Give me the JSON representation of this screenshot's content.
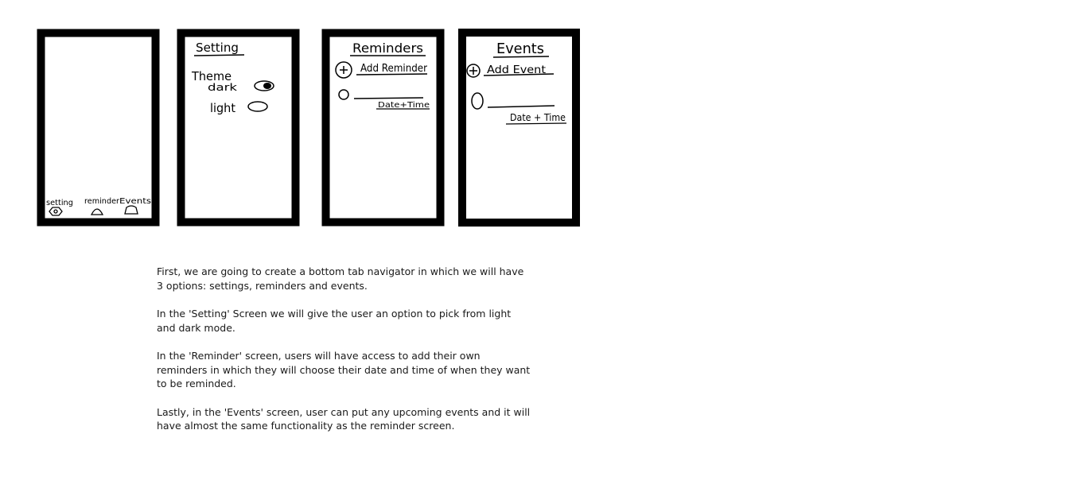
{
  "mockups": {
    "home": {
      "tabs": [
        "setting",
        "reminder",
        "Events"
      ]
    },
    "setting": {
      "title": "Setting",
      "theme_label": "Theme",
      "dark_label": "dark",
      "light_label": "light"
    },
    "reminders": {
      "title": "Reminders",
      "add_label": "Add Reminder",
      "datetime_label": "Date+Time"
    },
    "events": {
      "title": "Events",
      "add_label": "Add Event",
      "datetime_label": "Date + Time"
    }
  },
  "description": {
    "p1": "First, we are going to create a bottom tab navigator in which we will have 3 options: settings, reminders and events.",
    "p2": "In the 'Setting' Screen we will give the user an option to pick from light and dark mode.",
    "p3": "In the 'Reminder' screen, users will have access to add their own reminders in which they will choose their date and time of when they want to be reminded.",
    "p4": "Lastly, in the 'Events' screen, user can put any upcoming events and it will have almost the same functionality as the reminder screen."
  }
}
